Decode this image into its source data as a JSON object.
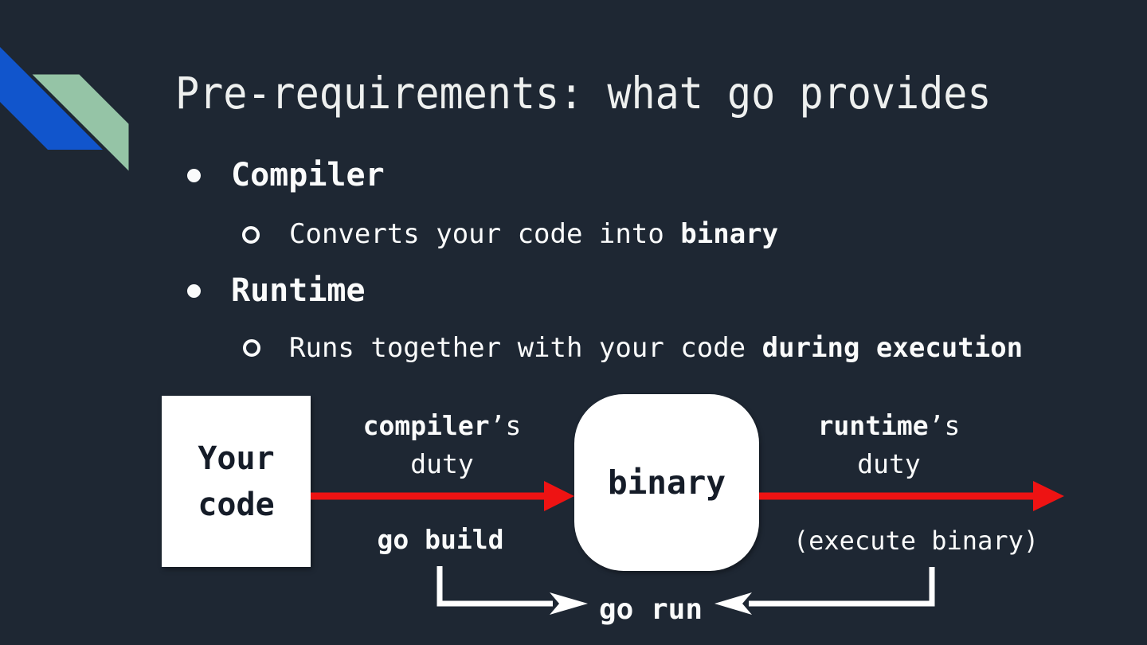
{
  "colors": {
    "background": "#1e2733",
    "title_text": "#eef0ef",
    "body_text": "#fafbfb",
    "accent_blue": "#1155cc",
    "accent_green": "#95c4a6",
    "arrow_red": "#ee1313",
    "bracket_white": "#ffffff",
    "shape_fill": "#ffffff",
    "shape_text": "#151c28"
  },
  "title": {
    "text": "Pre-requirements: what go provides"
  },
  "bullets": {
    "item1": {
      "marker": "filled-circle",
      "text": "Compiler"
    },
    "item1_sub": {
      "marker": "hollow-circle",
      "text_regular": "Converts your code into ",
      "text_bold": "binary"
    },
    "item2": {
      "marker": "filled-circle",
      "text": "Runtime"
    },
    "item2_sub": {
      "marker": "hollow-circle",
      "text_regular": "Runs together with your code ",
      "text_bold": "during execution"
    }
  },
  "diagram": {
    "source_box": {
      "line1": "Your",
      "line2": "code"
    },
    "binary_shape": {
      "label": "binary"
    },
    "left_arrow_label": {
      "bold": "compiler",
      "suffix": "’s",
      "line2": "duty",
      "command": "go build"
    },
    "right_arrow_label": {
      "bold": "runtime",
      "suffix": "’s",
      "line2": "duty",
      "command": "(execute binary)"
    },
    "bottom_label": {
      "command": "go run"
    }
  }
}
